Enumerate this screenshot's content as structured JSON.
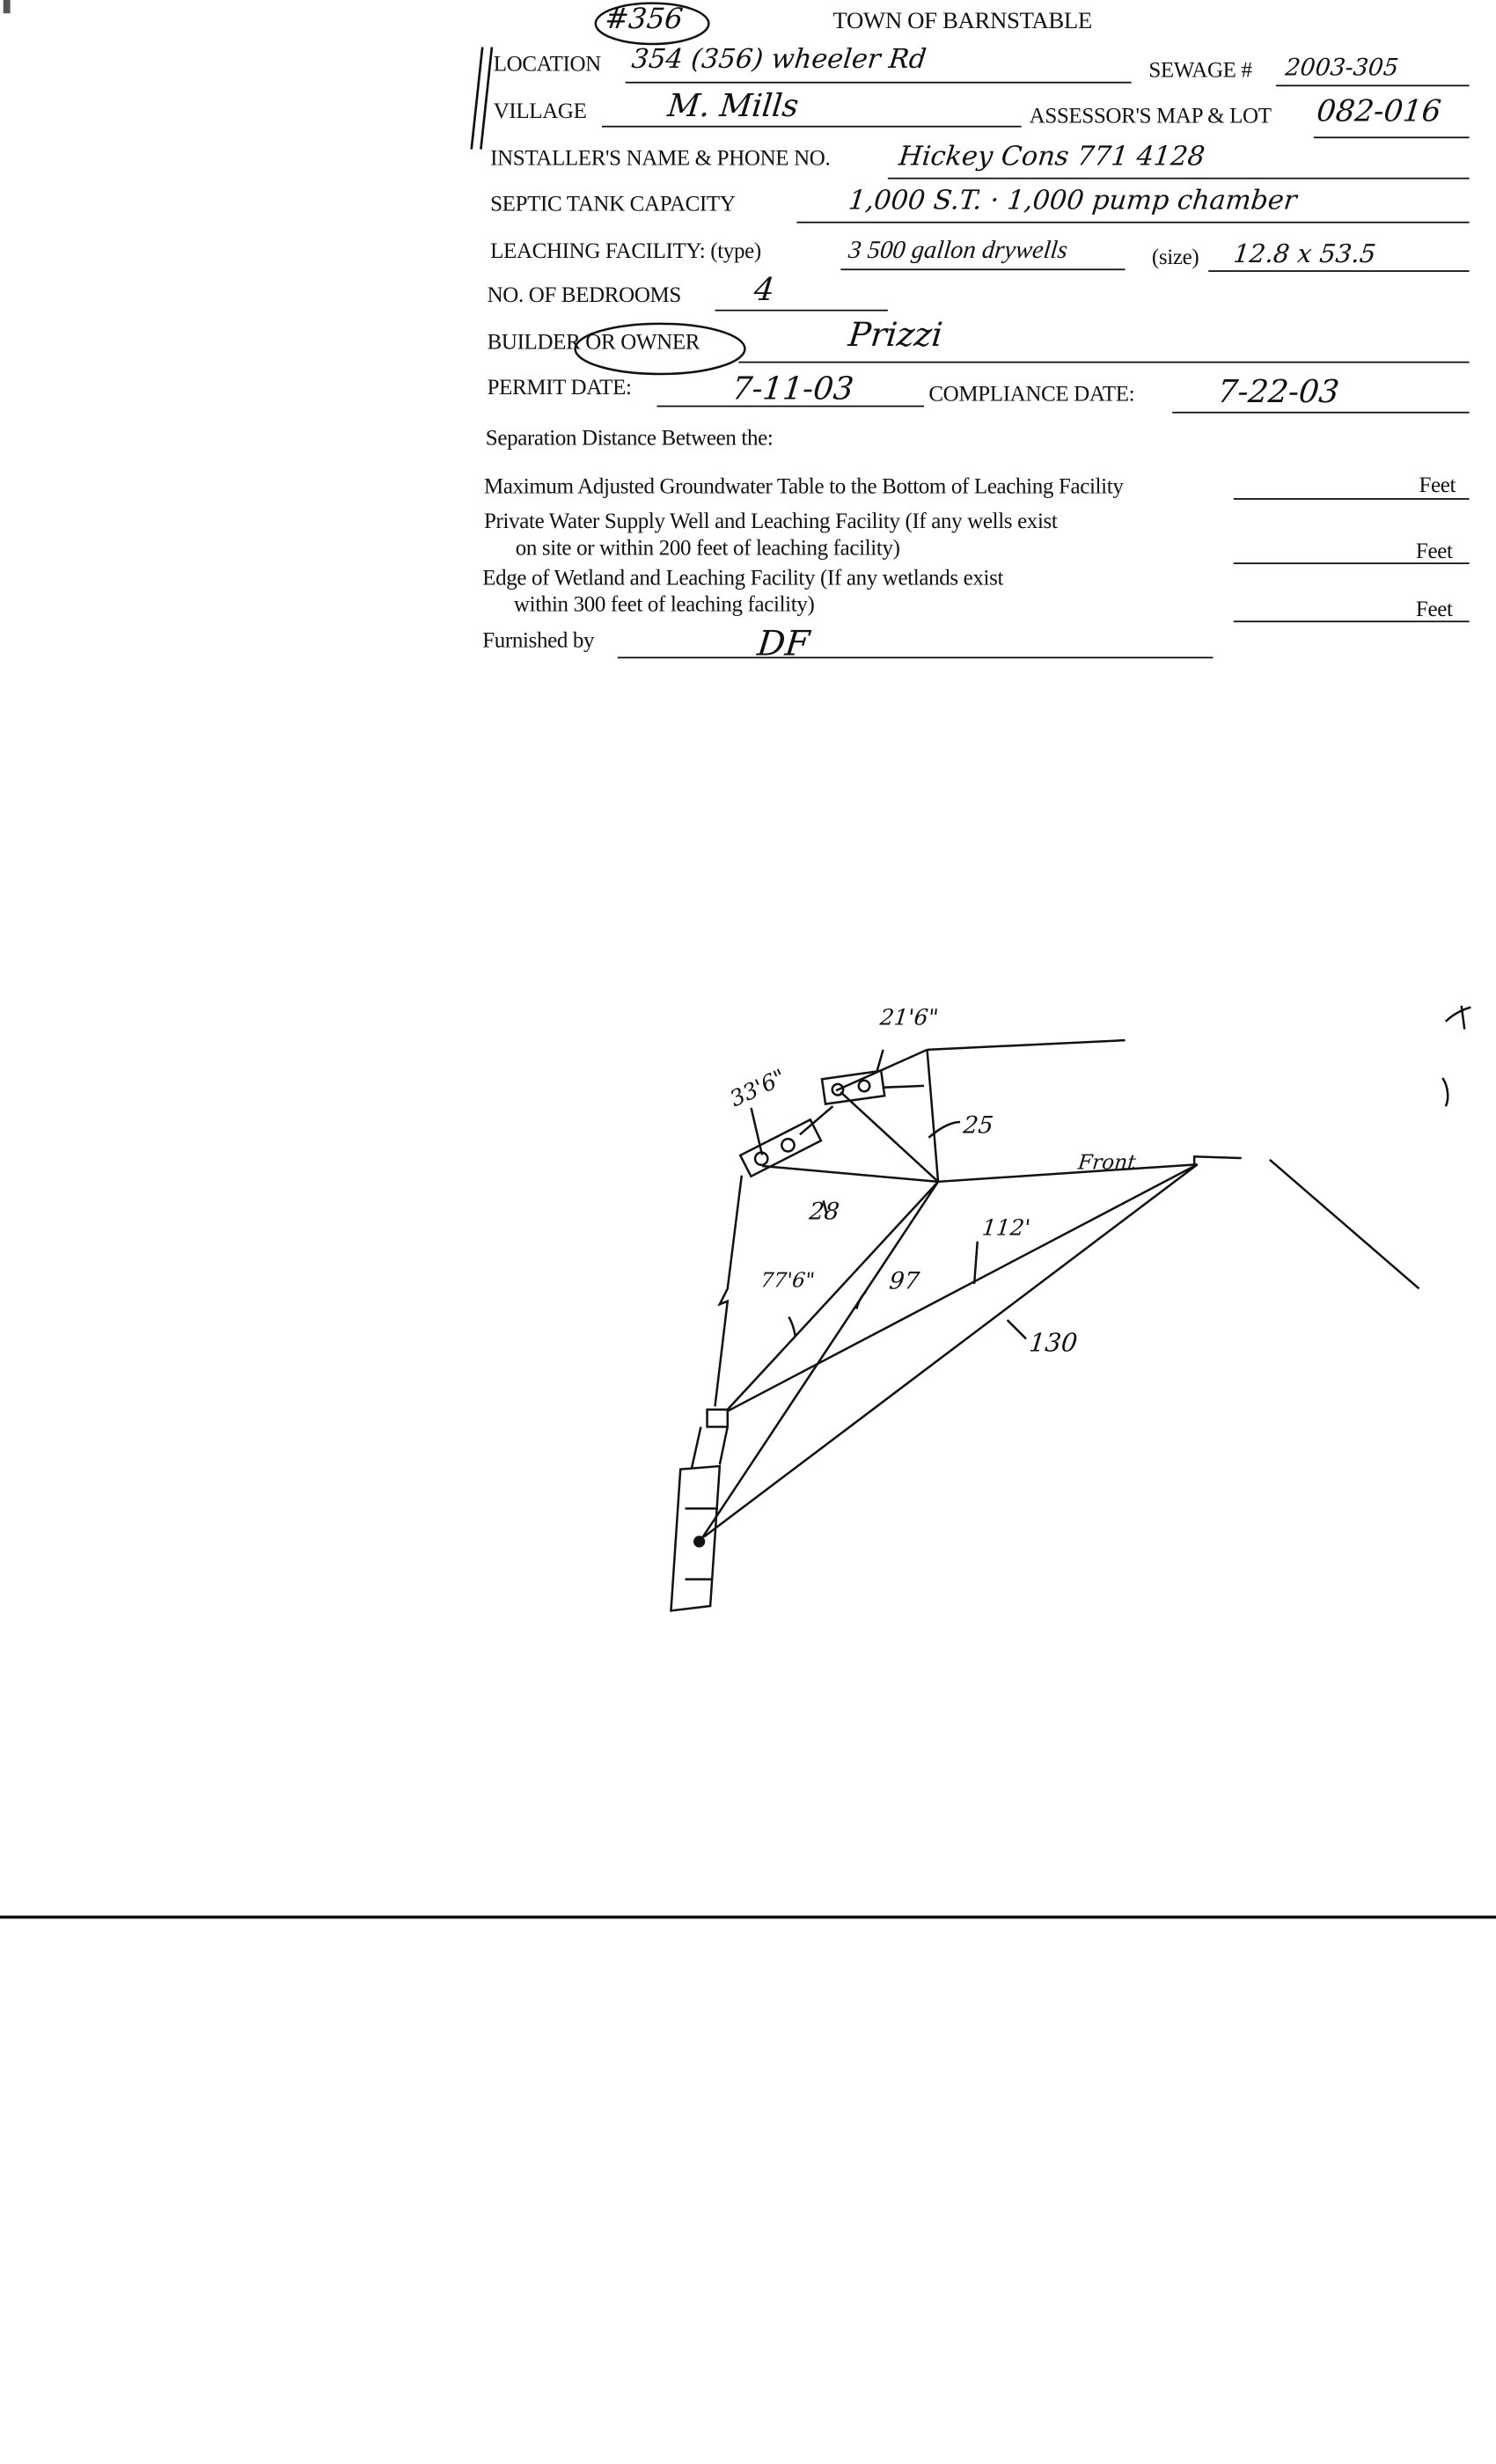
{
  "header": {
    "file_number": "#356",
    "title": "TOWN OF BARNSTABLE"
  },
  "form": {
    "location_label": "LOCATION",
    "location_value": "354 (356) wheeler Rd",
    "sewage_label": "SEWAGE #",
    "sewage_value": "2003-305",
    "village_label": "VILLAGE",
    "village_value": "M. Mills",
    "map_lot_label": "ASSESSOR'S MAP & LOT",
    "map_lot_value": "082-016",
    "installer_label": "INSTALLER'S NAME & PHONE NO.",
    "installer_value": "Hickey Cons   771 4128",
    "septic_label": "SEPTIC TANK CAPACITY",
    "septic_value": "1,000 S.T. · 1,000 pump chamber",
    "leaching_label": "LEACHING FACILITY: (type)",
    "leaching_value": "3 500 gallon drywells",
    "size_label": "(size)",
    "size_value": "12.8 x 53.5",
    "bedrooms_label": "NO. OF BEDROOMS",
    "bedrooms_value": "4",
    "owner_label": "BUILDER OR OWNER",
    "owner_value": "Prizzi",
    "permit_label": "PERMIT DATE:",
    "permit_value": "7-11-03",
    "compliance_label": "COMPLIANCE  DATE:",
    "compliance_value": "7-22-03"
  },
  "separation": {
    "heading": "Separation Distance Between the:",
    "rows": [
      {
        "line1": "Maximum Adjusted Groundwater Table to the Bottom of Leaching Facility",
        "line2": "",
        "unit": "Feet"
      },
      {
        "line1": "Private Water Supply Well and Leaching Facility  (If any wells exist",
        "line2": "on site or within 200 feet of leaching facility)",
        "unit": "Feet"
      },
      {
        "line1": "Edge of Wetland and Leaching Facility (If any wetlands exist",
        "line2": "within 300 feet of leaching facility)",
        "unit": "Feet"
      }
    ],
    "furnished_label": "Furnished by",
    "furnished_value": "DF"
  },
  "sketch": {
    "labels": {
      "chamber": "21'6\"",
      "drywell": "33'6\"",
      "house_a": "25",
      "front": "Front",
      "drywell_c": "28",
      "well_c": "77'6\"",
      "street_c": "97",
      "well_front": "112'",
      "street_front": "130"
    }
  }
}
